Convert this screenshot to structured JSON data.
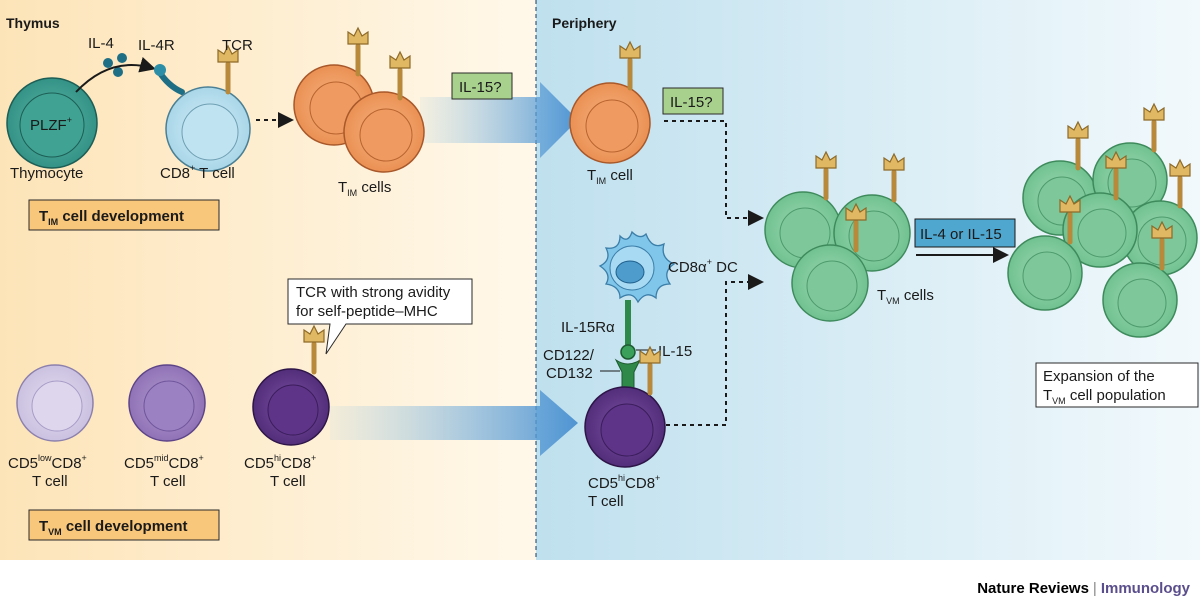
{
  "regions": {
    "thymus": "Thymus",
    "periphery": "Periphery"
  },
  "labels": {
    "il4": "IL-4",
    "il4r": "IL-4R",
    "tcr": "TCR",
    "plzf": "PLZF",
    "plzf_sup": "+",
    "thymocyte": "Thymocyte",
    "cd8_main": "CD8",
    "cd8_sup": "+",
    "cd8_rest": " T cell",
    "t_main": "T",
    "im_sub": "IM",
    "vm_sub": "VM",
    "cells_word": " cells",
    "cell_word": " cell",
    "il15q": "IL-15?",
    "cd8a": "CD8α",
    "dc_sup": "+",
    "dc_rest": " DC",
    "il15ra": "IL-15Rα",
    "il15": "IL-15",
    "cd122": "CD122/",
    "cd132": "CD132",
    "il4_or_il15": "IL-4 or IL-15",
    "callout_line1": "TCR with strong avidity",
    "callout_line2": "for self-peptide–MHC",
    "expansion_line1": "Expansion of the",
    "expansion_line2_rest": " cell population",
    "cd5": "CD5",
    "low": "low",
    "mid": "mid",
    "hi": "hi",
    "cd8": "CD8",
    "plus": "+",
    "t_cell": "T cell"
  },
  "boxes": {
    "tim_dev_rest": " cell development",
    "tvm_dev_rest": " cell development"
  },
  "footer": {
    "journal": "Nature Reviews",
    "separator": "|",
    "subject": "Immunology"
  },
  "colors": {
    "thymus_bg": "#fde9c4",
    "periphery_bg": "#c9e4ef",
    "dev_box": "#f9c77b",
    "il15_box": "#a9d18e",
    "il415_box": "#4fa7cf",
    "orange_cell": "#f4a06a",
    "green_cell": "#8fd0a6",
    "teal_cell": "#46a79a",
    "lightblue_cell": "#b9dfee",
    "purple_cell": "#6a3f91",
    "dc_color": "#7ec4e8",
    "receptor": "#c79a3a"
  }
}
